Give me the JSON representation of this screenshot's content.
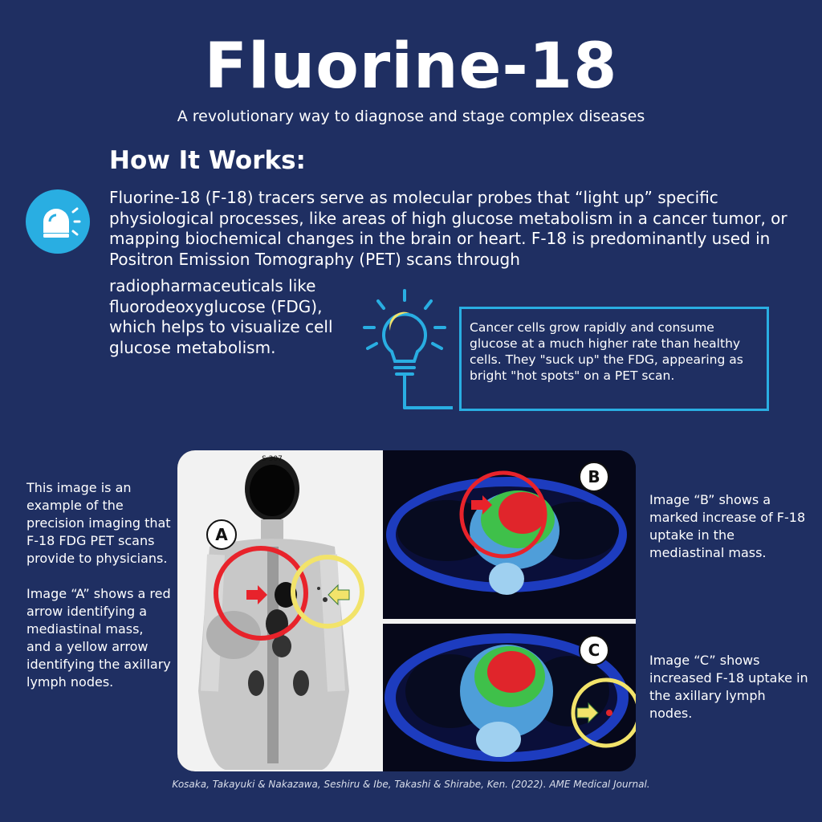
{
  "header": {
    "title": "Fluorine-18",
    "subtitle": "A revolutionary way to diagnose and stage complex diseases"
  },
  "how_it_works": {
    "heading": "How It Works:",
    "paragraph_main": "Fluorine-18 (F-18) tracers serve as molecular probes that “light up” specific physiological processes, like areas of high glucose metabolism in a cancer tumor, or mapping biochemical changes in the brain or heart. F-18 is predominantly used in Positron Emission Tomography (PET) scans through",
    "paragraph_cont": "radiopharmaceuticals like fluorodeoxyglucose (FDG), which helps to visualize cell glucose metabolism.",
    "callout": "Cancer cells grow rapidly and consume glucose at a much higher rate than healthy cells. They \"suck up\" the FDG, appearing as bright \"hot spots\" on a PET scan."
  },
  "figure": {
    "scan_marker": "S 307",
    "panel_labels": {
      "a": "A",
      "b": "B",
      "c": "C"
    }
  },
  "captions": {
    "left": "This image is an example of the precision imaging that F-18 FDG PET scans provide to physicians.",
    "left_a": "Image “A” shows a red arrow identifying a mediastinal mass, and a yellow arrow identifying the axillary lymph nodes.",
    "right_b": "Image “B” shows a marked increase of F-18 uptake in the mediastinal mass.",
    "right_c": "Image “C” shows increased F-18 uptake in the axillary lymph nodes."
  },
  "citation": "Kosaka, Takayuki & Nakazawa, Seshiru & Ibe, Takashi & Shirabe, Ken. (2022). AME Medical Journal.",
  "colors": {
    "background": "#1f2f62",
    "accent": "#29aee2",
    "red_marker": "#e8232b",
    "yellow_marker": "#f2e36a"
  },
  "icons": [
    "lamp-icon",
    "lightbulb-icon"
  ]
}
